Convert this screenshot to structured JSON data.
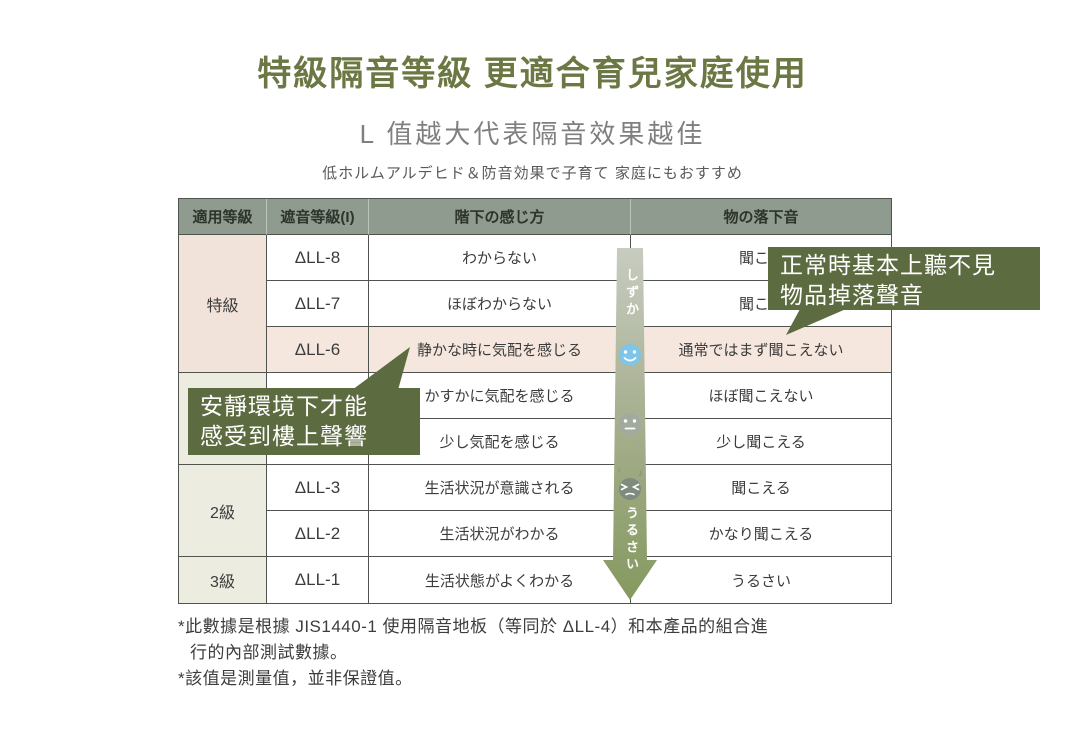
{
  "page": {
    "title": "特級隔音等級 更適合育兒家庭使用",
    "subtitle": "L 值越大代表隔音效果越佳",
    "tagline": "低ホルムアルデヒド＆防音効果で子育て 家庭にもおすすめ"
  },
  "table": {
    "headers": [
      "適用等級",
      "遮音等級(I)",
      "階下の感じ方",
      "物の落下音"
    ],
    "groups": [
      {
        "label": "特級"
      },
      {
        "label": ""
      },
      {
        "label": "2級"
      },
      {
        "label": "3級"
      }
    ],
    "rows": [
      {
        "level": "ΔLL-8",
        "feel": "わからない",
        "drop": "聞こ"
      },
      {
        "level": "ΔLL-7",
        "feel": "ほぼわからない",
        "drop": "聞こ"
      },
      {
        "level": "ΔLL-6",
        "feel": "静かな時に気配を感じる",
        "drop": "通常ではまず聞こえない"
      },
      {
        "level": "",
        "feel": "かすかに気配を感じる",
        "drop": "ほぼ聞こえない"
      },
      {
        "level": "",
        "feel": "少し気配を感じる",
        "drop": "少し聞こえる"
      },
      {
        "level": "ΔLL-3",
        "feel": "生活状況が意識される",
        "drop": "聞こえる"
      },
      {
        "level": "ΔLL-2",
        "feel": "生活状況がわかる",
        "drop": "かなり聞こえる"
      },
      {
        "level": "ΔLL-1",
        "feel": "生活状態がよくわかる",
        "drop": "うるさい"
      }
    ]
  },
  "arrow": {
    "top_label": "しずか",
    "bottom_label": "うるさい"
  },
  "callouts": {
    "right": {
      "line1": "正常時基本上聽不見",
      "line2": "物品掉落聲音"
    },
    "left": {
      "line1": "安靜環境下才能",
      "line2": "感受到樓上聲響"
    }
  },
  "footnotes": {
    "line1": "*此數據是根據 JIS1440-1 使用隔音地板（等同於 ΔLL-4）和本產品的組合進",
    "line2": "行的內部測試數據。",
    "line3": "*該值是測量值，並非保證值。"
  },
  "icons": {
    "music_note": "♪"
  },
  "colors": {
    "title": "#6c7844",
    "header_bg": "#8e9b8e",
    "highlight_row": "#f6e7de",
    "grade_pink": "#f2e3da",
    "grade_beige": "#ecece1",
    "callout_bg": "#5d6b41",
    "arrow_top": "#c7ccc0",
    "arrow_bottom": "#85995f",
    "happy_face": "#7fc5e8",
    "neutral_face": "#a2aaa0",
    "annoyed_face": "#7e8b7e"
  }
}
